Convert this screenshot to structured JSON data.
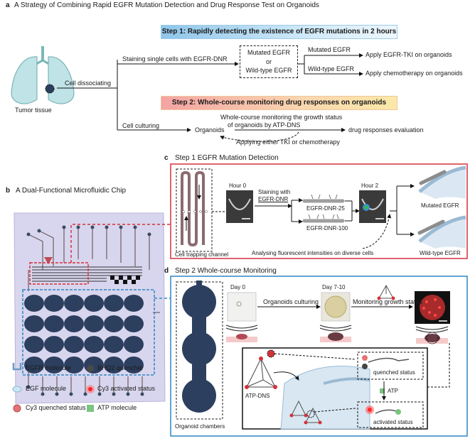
{
  "panel_a": {
    "letter": "a",
    "title": "A Strategy of Combining Rapid EGFR Mutation Detection and Drug Response Test on Organoids",
    "step1_title": "Step 1: Rapidly detecting the existence of EGFR mutations in 2 hours",
    "step2_title": "Step 2: Whole-course monitoring drug responses on organoids",
    "tumor_label": "Tumor tissue",
    "cell_dissociating": "Cell dissociating",
    "staining": "Staining single cells with EGFR-DNR",
    "box_line1": "Mutated EGFR",
    "box_line2": "or",
    "box_line3": "Wild-type EGFR",
    "mutated_label": "Mutated EGFR",
    "wildtype_label": "Wild-type EGFR",
    "apply_tki": "Apply EGFR-TKI on organoids",
    "apply_chemo": "Apply chemotherapy on organoids",
    "cell_culturing": "Cell culturing",
    "organoids": "Organoids",
    "monitoring_line1": "Whole-course monitoring the growth status",
    "monitoring_line2": "of organoids by ATP-DNS",
    "drug_eval": "drug responses evaluation",
    "applying": "Applying either TKI or chemotherapy"
  },
  "panel_b": {
    "letter": "b",
    "title": "A Dual-Functional Microfluidic Chip"
  },
  "panel_c": {
    "letter": "c",
    "title": "Step 1 EGFR Mutation Detection",
    "hour0": "Hour 0",
    "hour2": "Hour 2",
    "staining_line1": "Staining with",
    "staining_line2": "EGFR-DNR",
    "dnr25": "EGFR-DNR-25",
    "dnr100": "EGFR-DNR-100",
    "mutated": "Mutated EGFR",
    "wildtype": "Wild-type EGFR",
    "trap_channel": "Cell trapping channel",
    "analysing": "Analysing fluorescent intensities on diverse cells"
  },
  "panel_d": {
    "letter": "d",
    "title": "Step 2 Whole-course Monitoring",
    "day0": "Day 0",
    "day7": "Day 7-10",
    "culturing": "Organoids culturing",
    "monitoring": "Monitoring growth status",
    "atp_dns": "ATP-DNS",
    "quenched": "quenched status",
    "atp": "ATP",
    "activated": "activated status",
    "chambers": "Organoid chambers"
  },
  "legend": {
    "egfr": "EGFR molecule",
    "egf": "EGF molecule",
    "cy3q": "Cy3 quenched status",
    "bhq2": "BHQ2 quencher",
    "cy3a": "Cy3 activated status",
    "atp_mol": "ATP molecule"
  },
  "colors": {
    "red_border": "#d6313a",
    "blue_border": "#2f86c3",
    "chip_bg": "#d8d6ee",
    "chamber": "#2d3f5f",
    "step1_grad": "#8ec6ea",
    "step2_grad": "#f4a3a3"
  }
}
